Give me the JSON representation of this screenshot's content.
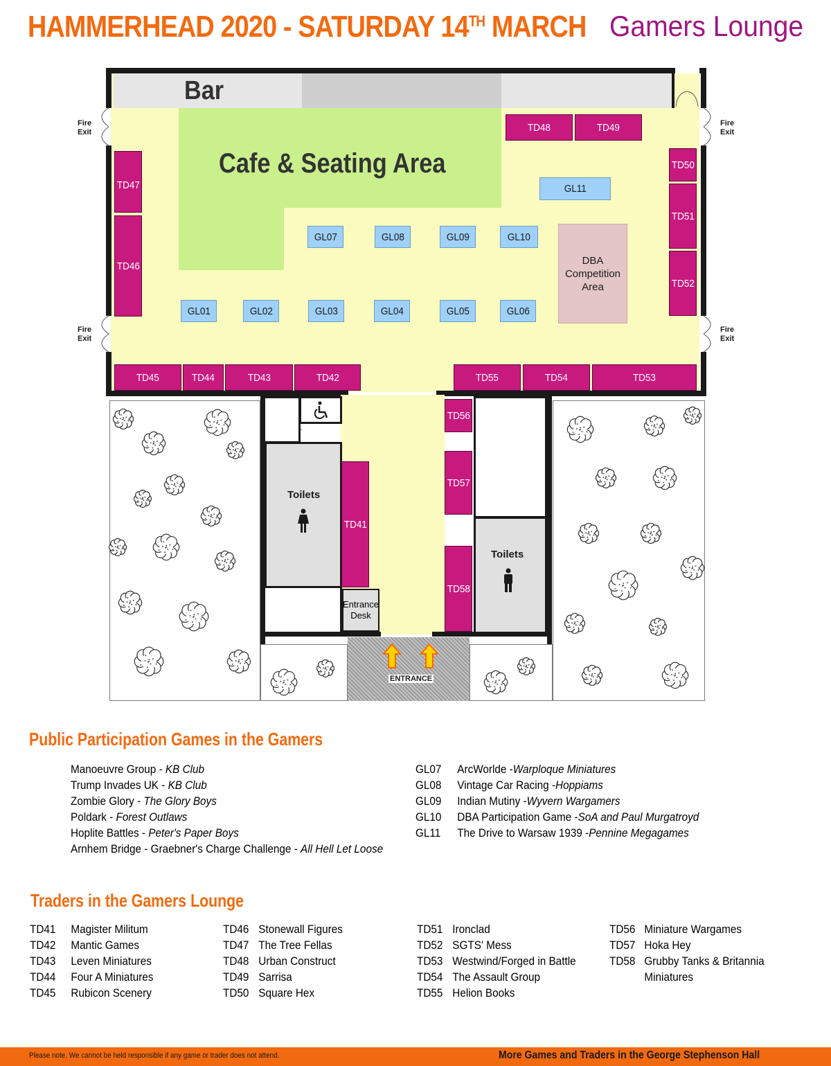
{
  "header": {
    "title_main": "HAMMERHEAD 2020 - SATURDAY 14",
    "title_sup": "TH",
    "title_end": " MARCH",
    "subtitle": "Gamers Lounge"
  },
  "map": {
    "bar_label": "Bar",
    "cafe_label": "Cafe & Seating Area",
    "fire_exit": [
      "Fire",
      "Exit"
    ],
    "dba_label": [
      "DBA",
      "Competition",
      "Area"
    ],
    "toilets_label": "Toilets",
    "entrance_desk": [
      "Entrance",
      "Desk"
    ],
    "entrance_label": "ENTRANCE",
    "tables": {
      "TD41": "TD41",
      "TD42": "TD42",
      "TD43": "TD43",
      "TD44": "TD44",
      "TD45": "TD45",
      "TD46": "TD46",
      "TD47": "TD47",
      "TD48": "TD48",
      "TD49": "TD49",
      "TD50": "TD50",
      "TD51": "TD51",
      "TD52": "TD52",
      "TD53": "TD53",
      "TD54": "TD54",
      "TD55": "TD55",
      "TD56": "TD56",
      "TD57": "TD57",
      "TD58": "TD58"
    },
    "games": {
      "GL01": "GL01",
      "GL02": "GL02",
      "GL03": "GL03",
      "GL04": "GL04",
      "GL05": "GL05",
      "GL06": "GL06",
      "GL07": "GL07",
      "GL08": "GL08",
      "GL09": "GL09",
      "GL10": "GL10",
      "GL11": "GL11"
    }
  },
  "ppg": {
    "heading": "Public Participation Games in the Gamers",
    "left": [
      {
        "game": "Manoeuvre Group - ",
        "club": "KB Club"
      },
      {
        "game": "Trump Invades UK - ",
        "club": "KB Club"
      },
      {
        "game": "Zombie Glory - ",
        "club": "The Glory Boys"
      },
      {
        "game": "Poldark - ",
        "club": "Forest Outlaws"
      },
      {
        "game": "Hoplite Battles - ",
        "club": "Peter's Paper Boys"
      },
      {
        "game": "Arnhem Bridge - Graebner's Charge Challenge - ",
        "club": "All Hell Let Loose"
      }
    ],
    "right": [
      {
        "code": "GL07",
        "game": "ArcWorlde - ",
        "club": "Warploque Miniatures"
      },
      {
        "code": "GL08",
        "game": "Vintage Car Racing - ",
        "club": "Hoppiams"
      },
      {
        "code": "GL09",
        "game": "Indian Mutiny - ",
        "club": "Wyvern Wargamers"
      },
      {
        "code": "GL10",
        "game": "DBA Participation Game - ",
        "club": "SoA and Paul Murgatroyd"
      },
      {
        "code": "GL11",
        "game": "The Drive to Warsaw 1939 - ",
        "club": "Pennine Megagames"
      }
    ]
  },
  "traders": {
    "heading": "Traders in the Gamers Lounge",
    "col1": [
      {
        "code": "TD41",
        "name": "Magister Militum"
      },
      {
        "code": "TD42",
        "name": "Mantic Games"
      },
      {
        "code": "TD43",
        "name": "Leven Miniatures"
      },
      {
        "code": "TD44",
        "name": "Four A Miniatures"
      },
      {
        "code": "TD45",
        "name": "Rubicon Scenery"
      }
    ],
    "col2": [
      {
        "code": "TD46",
        "name": "Stonewall Figures"
      },
      {
        "code": "TD47",
        "name": "The Tree Fellas"
      },
      {
        "code": "TD48",
        "name": "Urban Construct"
      },
      {
        "code": "TD49",
        "name": "Sarrisa"
      },
      {
        "code": "TD50",
        "name": "Square Hex"
      }
    ],
    "col3": [
      {
        "code": "TD51",
        "name": "Ironclad"
      },
      {
        "code": "TD52",
        "name": "SGTS' Mess"
      },
      {
        "code": "TD53",
        "name": "Westwind/Forged in Battle"
      },
      {
        "code": "TD54",
        "name": "The Assault Group"
      },
      {
        "code": "TD55",
        "name": "Helion Books"
      }
    ],
    "col4": [
      {
        "code": "TD56",
        "name": "Miniature Wargames"
      },
      {
        "code": "TD57",
        "name": "Hoka Hey"
      },
      {
        "code": "TD58",
        "name": "Grubby Tanks & Britannia"
      },
      {
        "code": "",
        "name": "Miniatures"
      }
    ]
  },
  "footer": {
    "disclaimer": "Please note. We cannot be held responsible if any game or trader does not attend.",
    "more": "More Games and Traders in the George Stephenson Hall"
  },
  "colors": {
    "accent_orange": "#f26a10",
    "subtitle_purple": "#a0157f",
    "trader_magenta": "#c8197f",
    "game_blue": "#9fd0f7",
    "floor_yellow": "#fbfbbf",
    "cafe_green": "#c9f08c"
  }
}
